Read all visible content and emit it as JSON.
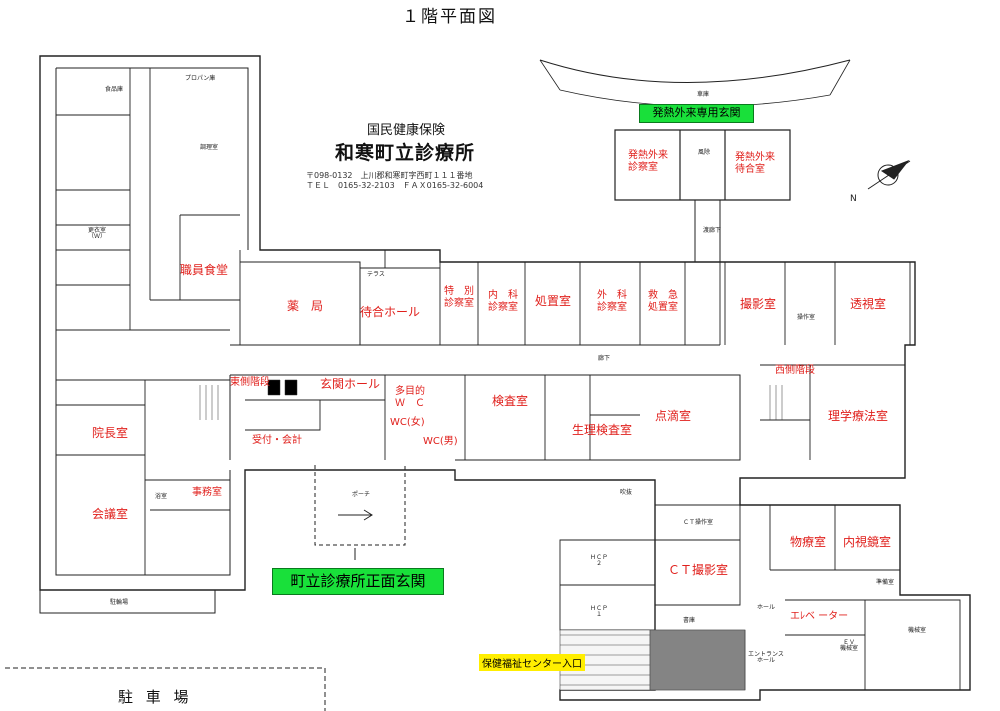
{
  "title": "１階平面図",
  "organization": "国民健康保険",
  "clinic_name": "和寒町立診療所",
  "address": "〒098-0132　上川郡和寒町字西町１１１番地",
  "tel": "ＴＥＬ　0165-32-2103　ＦＡＸ0165-32-6004",
  "entrances": {
    "fever": "発熱外来専用玄関",
    "main": "町立診療所正面玄関",
    "welfare": "保健福祉センター入口"
  },
  "parking": "駐 車 場",
  "rooms": {
    "fever_exam": "発熱外来\n診察室",
    "fever_wait": "発熱外来\n待合室",
    "staff_dining": "職員食堂",
    "pharmacy": "薬　局",
    "waiting_hall": "待合ホール",
    "special_exam": "特　別\n診察室",
    "internal_exam": "内　科\n診察室",
    "treatment": "処置室",
    "surgery_exam": "外　科\n診察室",
    "emergency": "救　急\n処置室",
    "xray": "撮影室",
    "fluoroscopy": "透視室",
    "east_stairs": "東側階段",
    "entrance_hall": "玄関ホール",
    "multi_wc": "多目的\nＷ　Ｃ",
    "wc_female": "WC(女)",
    "wc_male": "WC(男)",
    "lab": "検査室",
    "physio_lab": "生理検査室",
    "infusion": "点滴室",
    "west_stairs": "西側階段",
    "physio_therapy": "理学療法室",
    "director": "院長室",
    "reception": "受付・会計",
    "office": "事務室",
    "meeting": "会議室",
    "ct": "ＣＴ撮影室",
    "storage": "物療室",
    "endoscopy": "内視鏡室",
    "elevator": "エﾚベ ーター"
  },
  "small_labels": {
    "kitchen": "調理室",
    "garbage": "食品庫",
    "propane": "プロパン庫",
    "corridor": "廊下",
    "corridor2": "渡廊下",
    "terrace": "テラス",
    "porch": "ポーチ",
    "hall": "ホール",
    "entrance_hall": "エントランス\nホール",
    "ct_control": "ＣＴ操作室",
    "hcp2": "ＨＣＰ\n２",
    "hcp1": "ＨＣＰ\n１",
    "machine_room": "機械室",
    "ev_machine": "ＥＶ\n機械室",
    "bike_parking": "駐輪場",
    "changing": "更衣室\n（Ｗ）",
    "bath": "浴室",
    "operation": "操作室",
    "prep": "準備室",
    "warehouse": "書庫",
    "wind": "風除",
    "car": "車庫",
    "open": "吹抜",
    "north": "N"
  }
}
